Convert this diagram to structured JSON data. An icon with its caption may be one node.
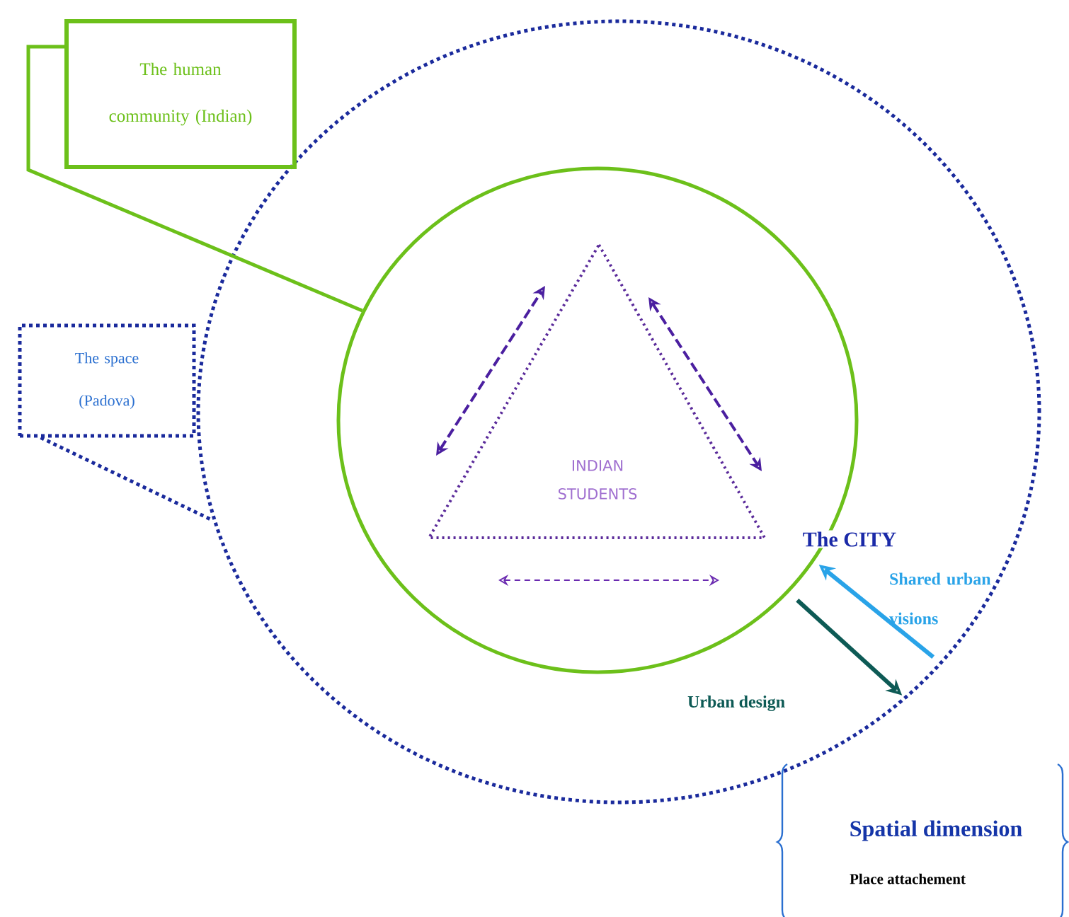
{
  "diagram": {
    "nodes": [
      {
        "text": [],
        "shape": "circle"
      },
      {
        "text": [],
        "shape": "circle",
        "in": 0
      },
      {
        "text": [
          "INDIAN STUDENTS"
        ],
        "in": 1
      },
      {
        "text": [
          "The human community (Indian)"
        ]
      },
      {
        "text": [
          "The space (Padova)"
        ]
      }
    ],
    "edges": [
      {
        "from": 3,
        "to": 1,
        "arrow": "none",
        "color": "#6cc01a"
      },
      {
        "from": 4,
        "to": 0,
        "arrow": "none",
        "style": "dashed",
        "color": "#1a2a9c"
      },
      {
        "from": 1,
        "to": 0,
        "arrow": "to",
        "label": "Urban design",
        "color": "#0d5a55"
      },
      {
        "from": 0,
        "to": 1,
        "arrow": "to",
        "label": "Shared urban visions",
        "color": "#29a3e8"
      }
    ],
    "labels": [
      "The CITY",
      "Spatial dimension",
      "Place attachement"
    ]
  }
}
